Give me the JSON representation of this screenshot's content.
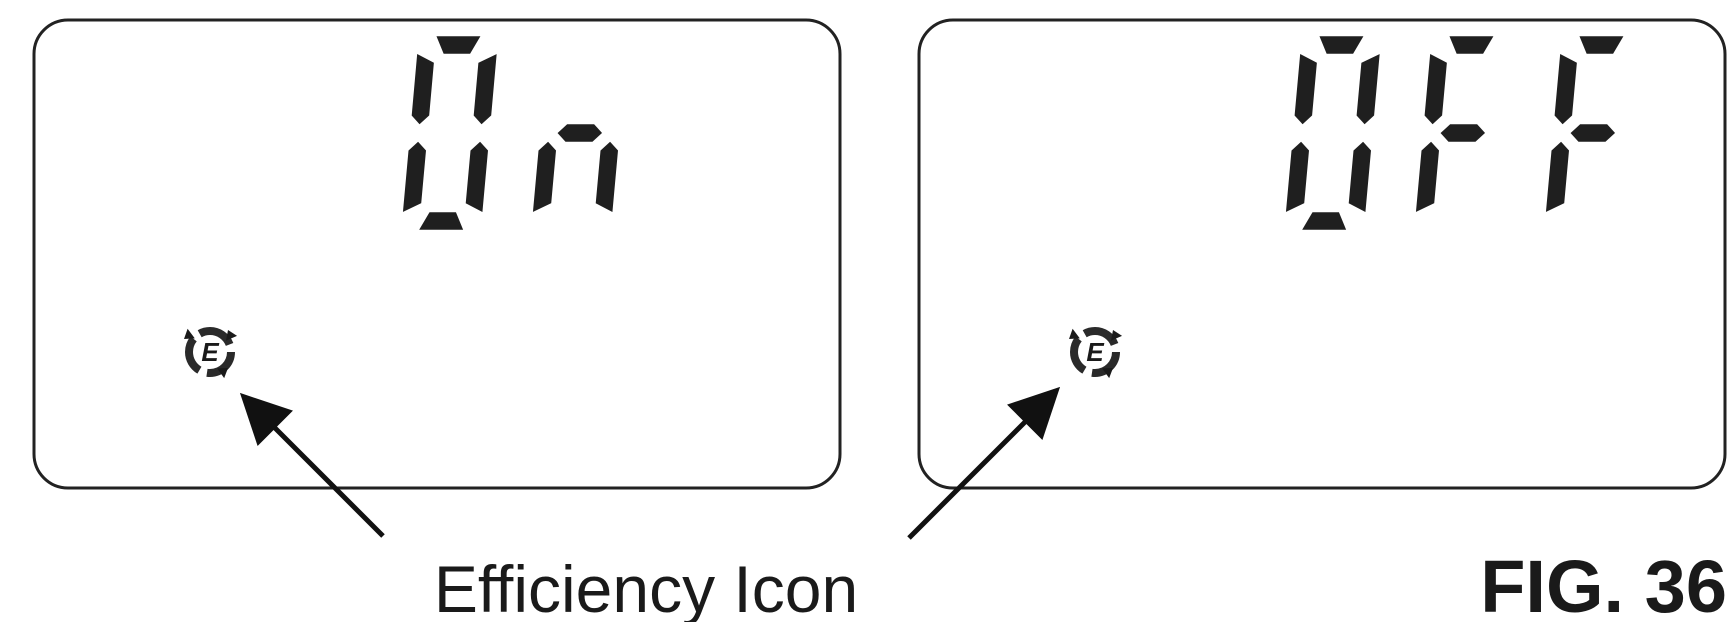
{
  "figure": {
    "label": "FIG. 36",
    "callout_text": "Efficiency Icon"
  },
  "panels": [
    {
      "id": "left",
      "display_text": "On",
      "characters": [
        "0",
        "n"
      ],
      "icon": "efficiency-icon"
    },
    {
      "id": "right",
      "display_text": "OFF",
      "characters": [
        "0",
        "F",
        "F"
      ],
      "icon": "efficiency-icon"
    }
  ],
  "colors": {
    "ink": "#1f1f1f",
    "background": "#ffffff"
  }
}
